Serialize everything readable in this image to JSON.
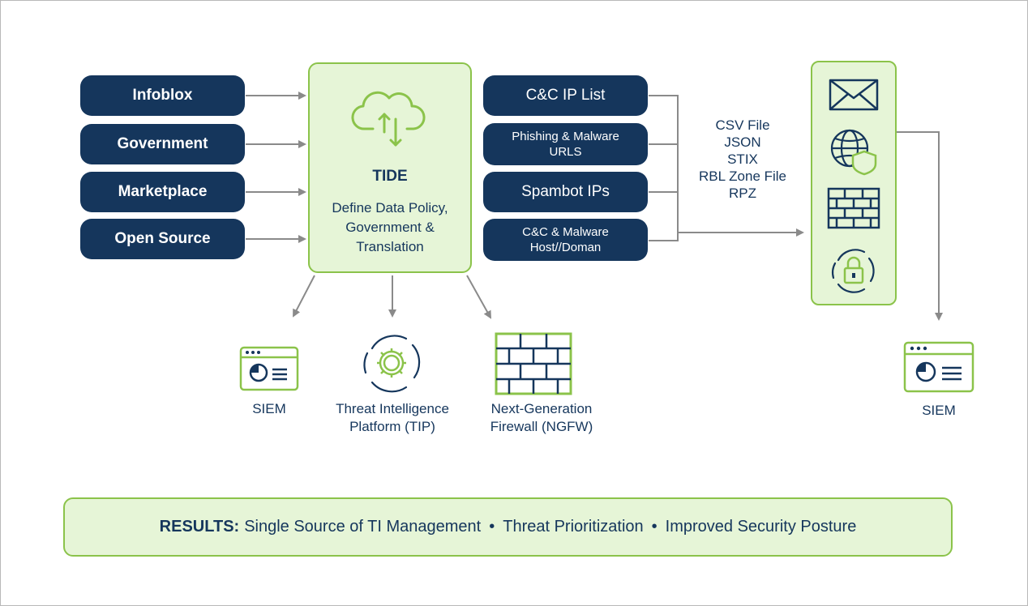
{
  "sources": [
    "Infoblox",
    "Government",
    "Marketplace",
    "Open Source"
  ],
  "tide": {
    "title": "TIDE",
    "description": [
      "Define Data Policy,",
      "Government &",
      "Translation"
    ]
  },
  "outputs": [
    {
      "lines": [
        "C&C IP List"
      ]
    },
    {
      "lines": [
        "Phishing & Malware",
        "URLS"
      ]
    },
    {
      "lines": [
        "Spambot IPs"
      ]
    },
    {
      "lines": [
        "C&C & Malware",
        "Host//Doman"
      ]
    }
  ],
  "formats": [
    "CSV File",
    "JSON",
    "STIX",
    "RBL Zone File",
    "RPZ"
  ],
  "consumers": {
    "siem": "SIEM",
    "tip": [
      "Threat Intelligence",
      "Platform (TIP)"
    ],
    "ngfw": [
      "Next-Generation",
      "Firewall (NGFW)"
    ],
    "siem_right": "SIEM"
  },
  "controls_icons": [
    "envelope-icon",
    "globe-shield-icon",
    "firewall-icon",
    "lock-cycle-icon"
  ],
  "results": {
    "label": "RESULTS:",
    "items": [
      "Single Source of TI Management",
      "Threat Prioritization",
      "Improved Security Posture"
    ],
    "separator": "•"
  },
  "colors": {
    "navy": "#15365c",
    "green": "#8bc34a",
    "light_green": "#e6f5d7",
    "arrow": "#8a8a8a"
  }
}
